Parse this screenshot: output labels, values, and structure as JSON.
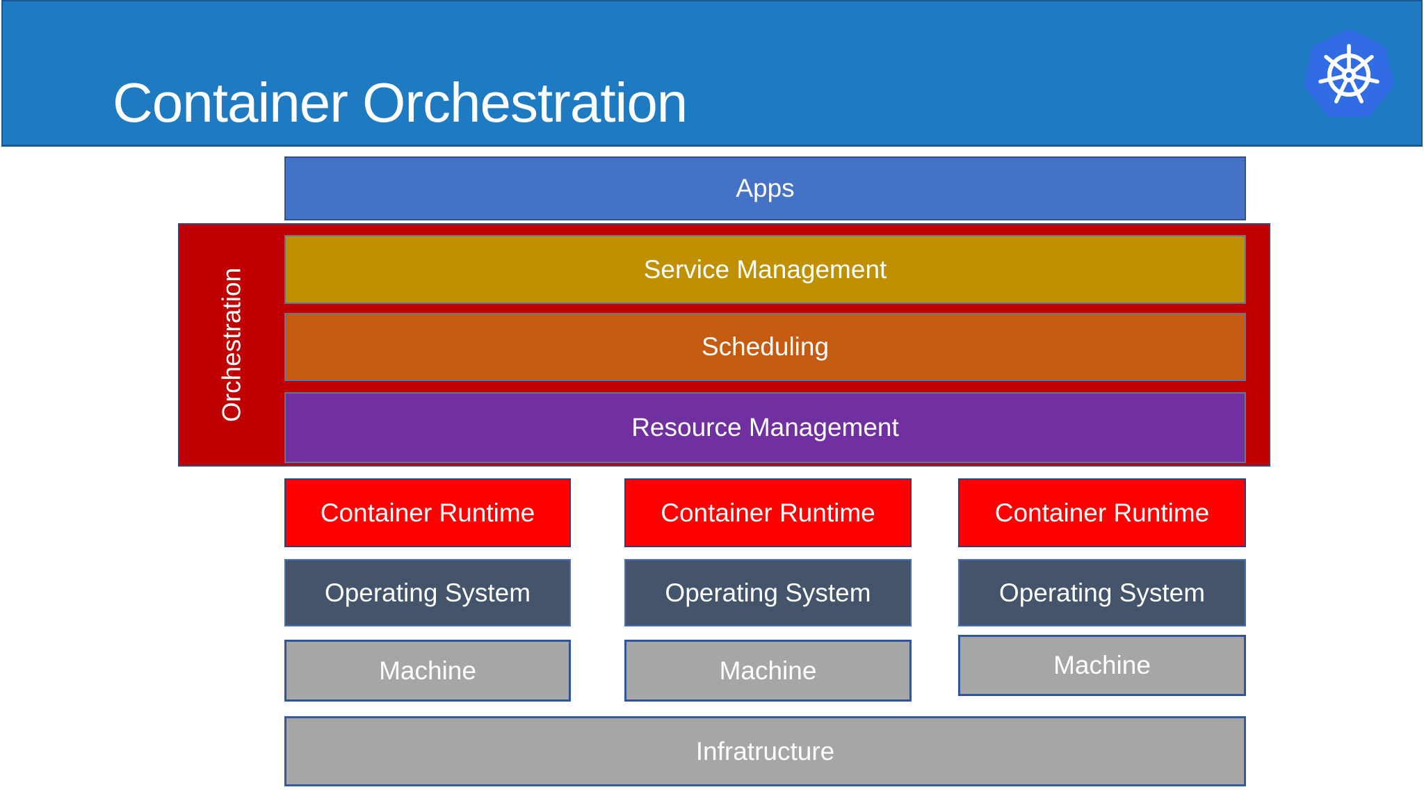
{
  "header": {
    "title": "Container Orchestration",
    "background_color": "#1F7BC1",
    "logo_icon": "kubernetes-wheel-icon",
    "logo_color": "#326CE5"
  },
  "stack": {
    "apps": {
      "label": "Apps",
      "color": "#4472C4"
    },
    "orchestration": {
      "label": "Orchestration",
      "color": "#C00000",
      "layers": [
        {
          "label": "Service Management",
          "color": "#BF9000"
        },
        {
          "label": "Scheduling",
          "color": "#C55A11"
        },
        {
          "label": "Resource Management",
          "color": "#7030A0"
        }
      ]
    },
    "runtime_color": "#FE0000",
    "os_color": "#44546A",
    "machine_color": "#A6A6A6",
    "columns": [
      {
        "runtime": "Container Runtime",
        "os": "Operating System",
        "machine": "Machine"
      },
      {
        "runtime": "Container Runtime",
        "os": "Operating System",
        "machine": "Machine"
      },
      {
        "runtime": "Container Runtime",
        "os": "Operating System",
        "machine": "Machine"
      }
    ],
    "infrastructure": {
      "label": "Infratructure",
      "color": "#A6A6A6"
    }
  }
}
